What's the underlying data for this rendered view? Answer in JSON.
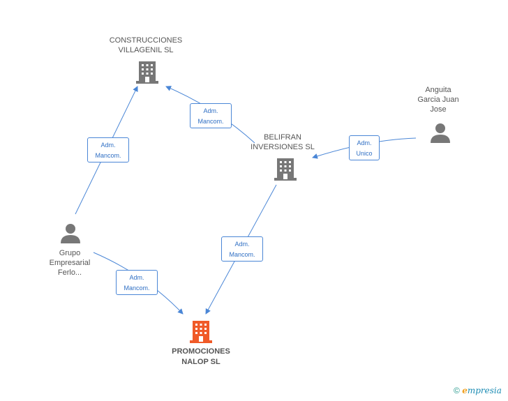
{
  "nodes": {
    "construcciones": {
      "label_line1": "CONSTRUCCIONES",
      "label_line2": "VILLAGENIL SL",
      "icon": "building-icon",
      "color": "#777777"
    },
    "belifran": {
      "label_line1": "BELIFRAN",
      "label_line2": "INVERSIONES SL",
      "icon": "building-icon",
      "color": "#777777"
    },
    "anguita": {
      "label_line1": "Anguita",
      "label_line2": "Garcia Juan",
      "label_line3": "Jose",
      "icon": "person-icon",
      "color": "#777777"
    },
    "grupo": {
      "label_line1": "Grupo",
      "label_line2": "Empresarial",
      "label_line3": "Ferlo...",
      "icon": "person-icon",
      "color": "#777777"
    },
    "promociones": {
      "label_line1": "PROMOCIONES",
      "label_line2": "NALOP SL",
      "icon": "building-icon",
      "color": "#f05a28"
    }
  },
  "edges": {
    "grupo_construcciones": {
      "line1": "Adm.",
      "line2": "Mancom."
    },
    "belifran_construcciones": {
      "line1": "Adm.",
      "line2": "Mancom."
    },
    "anguita_belifran": {
      "line1": "Adm.",
      "line2": "Unico"
    },
    "belifran_promociones": {
      "line1": "Adm.",
      "line2": "Mancom."
    },
    "grupo_promociones": {
      "line1": "Adm.",
      "line2": "Mancom."
    }
  },
  "footer": {
    "copyright": "©",
    "brand_initial": "e",
    "brand_rest": "mpresia"
  },
  "colors": {
    "edge": "#4a86d6",
    "node_gray": "#777777",
    "main_node": "#f05a28"
  }
}
